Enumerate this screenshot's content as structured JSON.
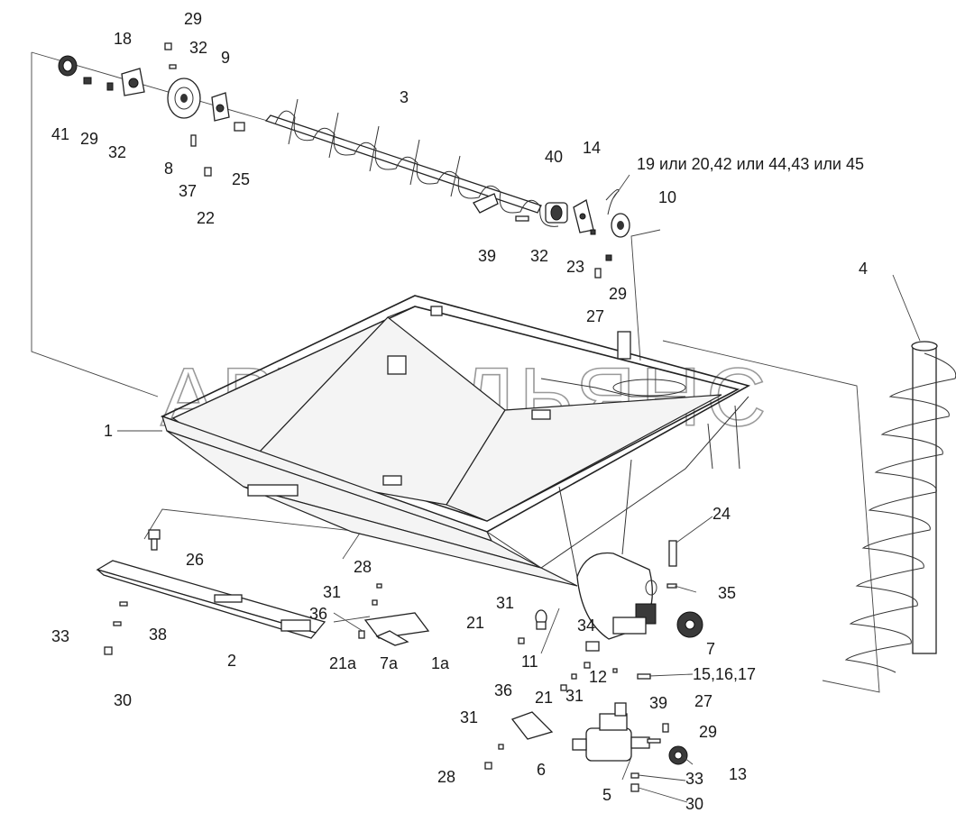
{
  "watermark": "АВТОАЛЬЯНС",
  "labels": [
    {
      "id": "41",
      "text": "41"
    },
    {
      "id": "29a",
      "text": "29"
    },
    {
      "id": "32a",
      "text": "32"
    },
    {
      "id": "18",
      "text": "18"
    },
    {
      "id": "29b",
      "text": "29"
    },
    {
      "id": "32b",
      "text": "32"
    },
    {
      "id": "9",
      "text": "9"
    },
    {
      "id": "8",
      "text": "8"
    },
    {
      "id": "37",
      "text": "37"
    },
    {
      "id": "22",
      "text": "22"
    },
    {
      "id": "25",
      "text": "25"
    },
    {
      "id": "3",
      "text": "3"
    },
    {
      "id": "40",
      "text": "40"
    },
    {
      "id": "14",
      "text": "14"
    },
    {
      "id": "19",
      "text": "19 или 20,42 или 44,43 или 45"
    },
    {
      "id": "10",
      "text": "10"
    },
    {
      "id": "39a",
      "text": "39"
    },
    {
      "id": "32c",
      "text": "32"
    },
    {
      "id": "23",
      "text": "23"
    },
    {
      "id": "29c",
      "text": "29"
    },
    {
      "id": "27a",
      "text": "27"
    },
    {
      "id": "4",
      "text": "4"
    },
    {
      "id": "1",
      "text": "1"
    },
    {
      "id": "26",
      "text": "26"
    },
    {
      "id": "28a",
      "text": "28"
    },
    {
      "id": "31a",
      "text": "31"
    },
    {
      "id": "36a",
      "text": "36"
    },
    {
      "id": "33a",
      "text": "33"
    },
    {
      "id": "38",
      "text": "38"
    },
    {
      "id": "2",
      "text": "2"
    },
    {
      "id": "21a",
      "text": "21а"
    },
    {
      "id": "7a",
      "text": "7а"
    },
    {
      "id": "1a",
      "text": "1а"
    },
    {
      "id": "30a",
      "text": "30"
    },
    {
      "id": "31b",
      "text": "31"
    },
    {
      "id": "21b",
      "text": "21"
    },
    {
      "id": "11",
      "text": "11"
    },
    {
      "id": "34",
      "text": "34"
    },
    {
      "id": "12",
      "text": "12"
    },
    {
      "id": "21c",
      "text": "21"
    },
    {
      "id": "31c",
      "text": "31"
    },
    {
      "id": "24",
      "text": "24"
    },
    {
      "id": "35",
      "text": "35"
    },
    {
      "id": "7",
      "text": "7"
    },
    {
      "id": "15",
      "text": "15,16,17"
    },
    {
      "id": "36b",
      "text": "36"
    },
    {
      "id": "31d",
      "text": "31"
    },
    {
      "id": "6",
      "text": "6"
    },
    {
      "id": "28b",
      "text": "28"
    },
    {
      "id": "39b",
      "text": "39"
    },
    {
      "id": "27b",
      "text": "27"
    },
    {
      "id": "29d",
      "text": "29"
    },
    {
      "id": "13",
      "text": "13"
    },
    {
      "id": "33b",
      "text": "33"
    },
    {
      "id": "5",
      "text": "5"
    },
    {
      "id": "30b",
      "text": "30"
    }
  ]
}
